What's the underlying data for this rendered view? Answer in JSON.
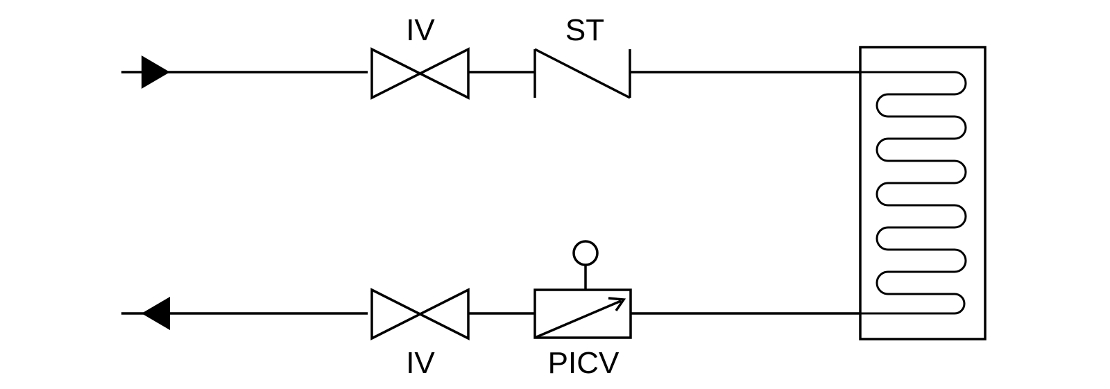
{
  "labels": {
    "top_isolation_valve": "IV",
    "strainer": "ST",
    "bottom_isolation_valve": "IV",
    "picv": "PICV"
  },
  "colors": {
    "stroke": "#000000",
    "background": "#ffffff"
  }
}
